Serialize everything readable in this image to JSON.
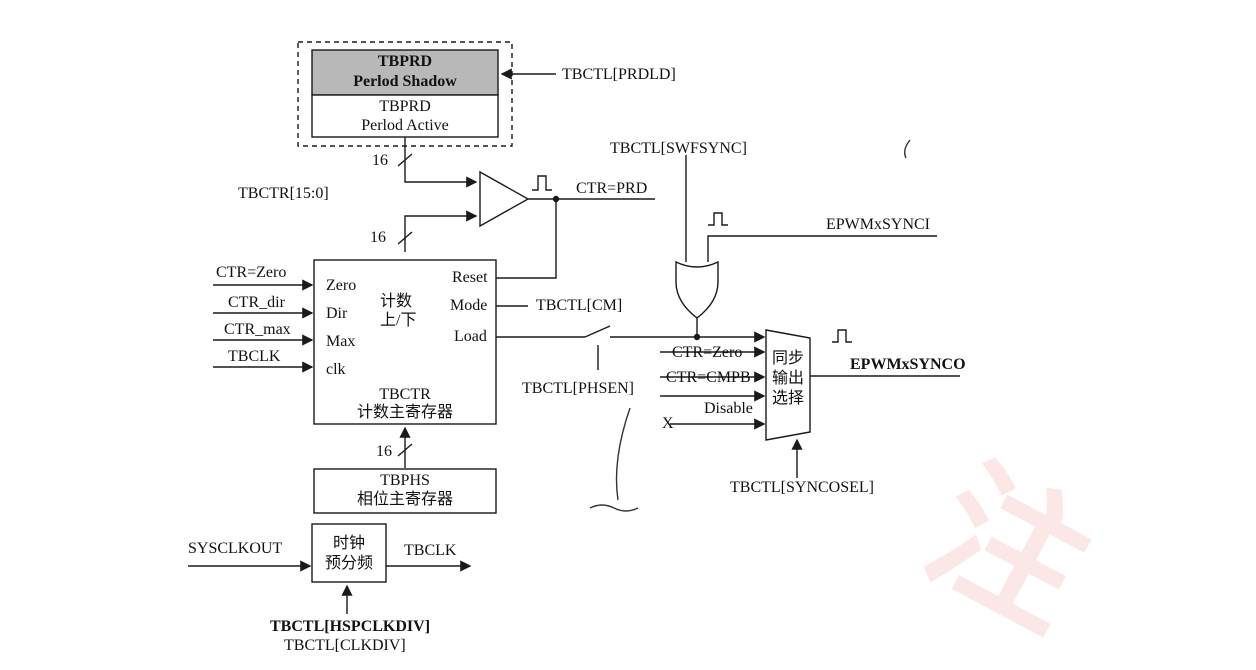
{
  "diagram": {
    "tbprd": {
      "shadow_title": "TBPRD",
      "shadow_sub": "Perlod Shadow",
      "active_title": "TBPRD",
      "active_sub": "Perlod Active"
    },
    "tbctl_prdld": "TBCTL[PRDLD]",
    "bus_16_a": "16",
    "bus_16_b": "16",
    "bus_16_c": "16",
    "tbctr_15_0": "TBCTR[15:0]",
    "ctr_prd": "CTR=PRD",
    "tbctl_swfsync": "TBCTL[SWFSYNC]",
    "epwm_synci": "EPWMxSYNCI",
    "tbctr_block": {
      "ports_left": [
        "Zero",
        "Dir",
        "Max",
        "clk"
      ],
      "ports_right": [
        "Reset",
        "Mode",
        "Load"
      ],
      "center_l1": "计数",
      "center_l2": "上/下",
      "name": "TBCTR",
      "desc": "计数主寄存器"
    },
    "inputs": [
      "CTR=Zero",
      "CTR_dir",
      "CTR_max",
      "TBCLK"
    ],
    "tbctl_cm": "TBCTL[CM]",
    "tbctl_phsen": "TBCTL[PHSEN]",
    "sync_mux": {
      "label_l1": "同步",
      "label_l2": "输出",
      "label_l3": "选择",
      "inputs": [
        "CTR=Zero",
        "CTR=CMPB",
        "Disable"
      ],
      "x_mark": "X"
    },
    "epwm_synco": "EPWMxSYNCO",
    "tbctl_synccosel": "TBCTL[SYNCOSEL]",
    "tbphs": {
      "name": "TBPHS",
      "desc": "相位主寄存器"
    },
    "prescaler": {
      "l1": "时钟",
      "l2": "预分频"
    },
    "sysclkout": "SYSCLKOUT",
    "tbclk_out": "TBCLK",
    "tbctl_hspclkdiv": "TBCTL[HSPCLKDIV]",
    "tbctl_clkdiv": "TBCTL[CLKDIV]"
  },
  "colors": {
    "line": "#1a1a1a",
    "shadow_fill": "#b8b8b8",
    "annotation_blue": "#2050d0",
    "annotation_red": "#d02020"
  }
}
